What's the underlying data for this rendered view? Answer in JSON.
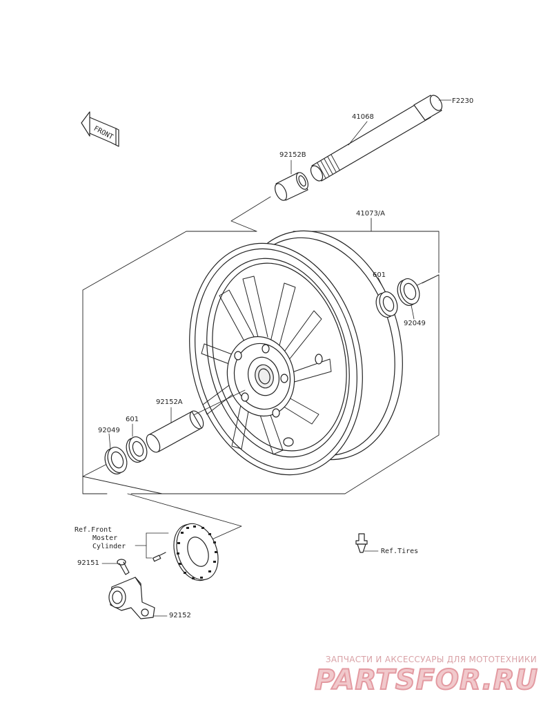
{
  "diagram": {
    "front_arrow_text": "FRONT",
    "parts": {
      "f2230": "F2230",
      "axle": "41068",
      "collar_b": "92152B",
      "wheel": "41073/A",
      "bearing_right": "601",
      "seal_right": "92049",
      "collar_a": "92152A",
      "bearing_left": "601",
      "seal_left": "92049",
      "bolt": "92151",
      "bracket": "92152"
    },
    "ref_master_cylinder": [
      "Ref.Front",
      "Moster",
      "Cylinder"
    ],
    "ref_tires": "Ref.Tires"
  },
  "watermark": {
    "tagline": "ЗАПЧАСТИ И АКСЕССУАРЫ ДЛЯ МОТОТЕХНИКИ",
    "logo": "PARTSFOR.RU"
  }
}
